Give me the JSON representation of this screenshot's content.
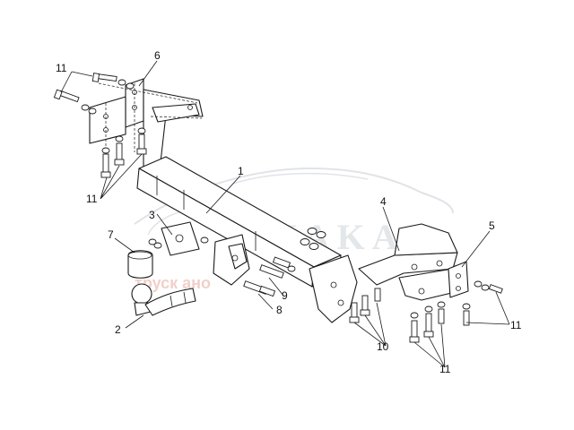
{
  "watermark": {
    "brand": "BHAKA",
    "tagline": "труск ано"
  },
  "parts": {
    "p1": "1",
    "p2": "2",
    "p3": "3",
    "p4": "4",
    "p5": "5",
    "p6": "6",
    "p7": "7",
    "p8": "8",
    "p9": "9",
    "p10": "10",
    "p11": "11"
  },
  "colors": {
    "line": "#1a1a1a",
    "watermark": "#cfd4da",
    "watermark_accent": "#e8b0a8"
  }
}
